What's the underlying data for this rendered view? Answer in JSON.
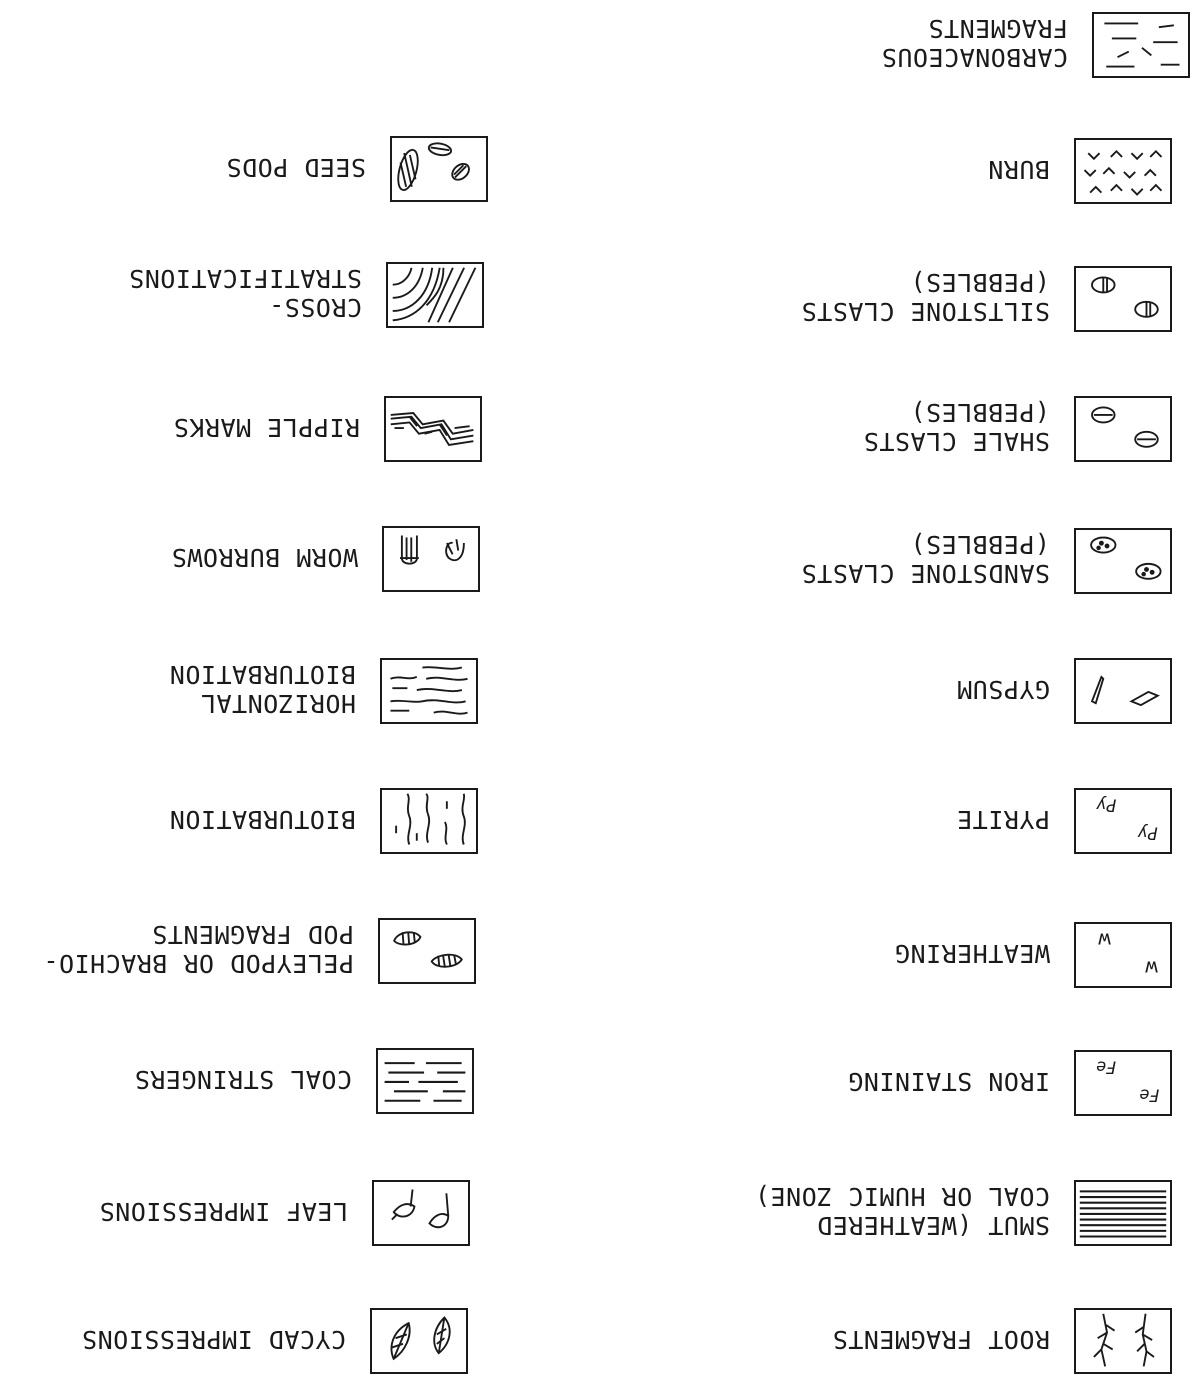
{
  "left_column": [
    {
      "symbol": "root-fragments",
      "lines": [
        "ROOT FRAGMENTS"
      ]
    },
    {
      "symbol": "smut-coal",
      "lines": [
        "SMUT (WEATHERED",
        "COAL OR HUMIC ZONE)"
      ]
    },
    {
      "symbol": "iron-staining",
      "lines": [
        "IRON STAINING"
      ],
      "glyph": "Fe"
    },
    {
      "symbol": "weathering",
      "lines": [
        "WEATHERING"
      ],
      "glyph": "w"
    },
    {
      "symbol": "pyrite",
      "lines": [
        "PYRITE"
      ],
      "glyph": "Py"
    },
    {
      "symbol": "gypsum",
      "lines": [
        "GYPSUM"
      ]
    },
    {
      "symbol": "sandstone-clasts",
      "lines": [
        "SANDSTONE CLASTS",
        "(PEBBLES)"
      ]
    },
    {
      "symbol": "shale-clasts",
      "lines": [
        "SHALE CLASTS",
        "(PEBBLES)"
      ]
    },
    {
      "symbol": "siltstone-clasts",
      "lines": [
        "SILTSTONE CLASTS",
        "(PEBBLES)"
      ]
    },
    {
      "symbol": "burn",
      "lines": [
        "BURN"
      ]
    },
    {
      "symbol": "carbonaceous-fragments",
      "lines": [
        "CARBONACEOUS",
        "FRAGMENTS"
      ]
    }
  ],
  "right_column": [
    {
      "symbol": "cycad-impressions",
      "lines": [
        "CYCAD IMPRESSIONS"
      ]
    },
    {
      "symbol": "leaf-impressions",
      "lines": [
        "LEAF IMPRESSIONS"
      ]
    },
    {
      "symbol": "coal-stringers",
      "lines": [
        "COAL STRINGERS"
      ]
    },
    {
      "symbol": "pelecypod-fragments",
      "lines": [
        "PELEYPOD OR BRACHIO-",
        "POD FRAGMENTS"
      ]
    },
    {
      "symbol": "bioturbation",
      "lines": [
        "BIOTURBATION"
      ]
    },
    {
      "symbol": "horizontal-bioturbation",
      "lines": [
        "HORIZONTAL",
        "BIOTURBATION"
      ]
    },
    {
      "symbol": "worm-burrows",
      "lines": [
        "WORM BURROWS"
      ]
    },
    {
      "symbol": "ripple-marks",
      "lines": [
        "RIPPLE MARKS"
      ]
    },
    {
      "symbol": "cross-stratifications",
      "lines": [
        "CROSS-",
        "STRATIFICATIONS"
      ]
    },
    {
      "symbol": "seed-pods",
      "lines": [
        "SEED PODS"
      ]
    }
  ]
}
